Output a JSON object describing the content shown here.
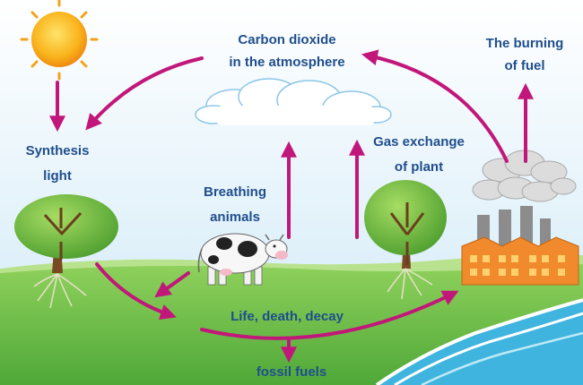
{
  "labels": {
    "co2_line1": "Carbon dioxide",
    "co2_line2": "in the atmosphere",
    "burning_line1": "The burning",
    "burning_line2": "of fuel",
    "synthesis_line1": "Synthesis",
    "synthesis_line2": "light",
    "gas_line1": "Gas exchange",
    "gas_line2": "of plant",
    "breathing_line1": "Breathing",
    "breathing_line2": "animals",
    "life": "Life, death, decay",
    "fossil": "fossil fuels"
  },
  "icons": {
    "sun": "sun-icon",
    "cloud": "cloud-icon",
    "tree": "tree-icon",
    "cow": "cow-icon",
    "factory": "factory-icon",
    "water": "water-icon"
  },
  "colors": {
    "arrow": "#c2177a",
    "label": "#1f4e8c",
    "sky_top": "#ffffff",
    "sky_bottom": "#cfe9f7",
    "grass": "#6cc04a",
    "sun": "#f7b21a",
    "factory": "#f08a2c",
    "water": "#3fb4de"
  }
}
